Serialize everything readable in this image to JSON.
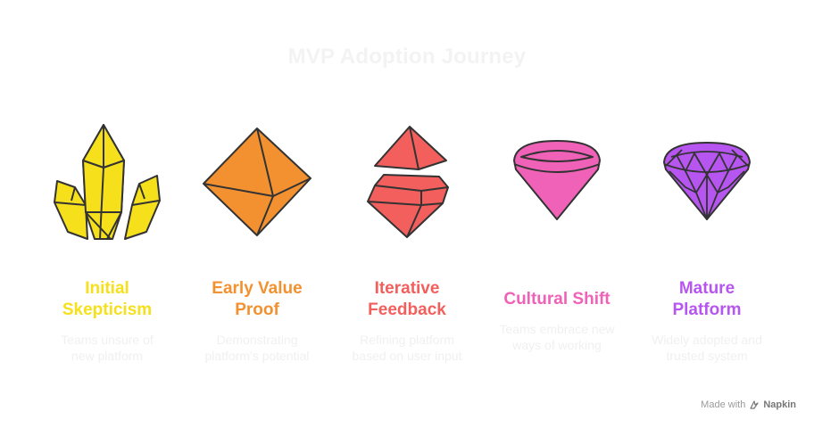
{
  "title": "MVP Adoption Journey",
  "stages": [
    {
      "label_lines": [
        "Initial",
        "Skepticism"
      ],
      "desc_lines": [
        "Teams unsure of",
        "new platform"
      ],
      "color": "#f6e01c",
      "icon": "crystal-cluster-icon"
    },
    {
      "label_lines": [
        "Early Value",
        "Proof"
      ],
      "desc_lines": [
        "Demonstrating",
        "platform's potential"
      ],
      "color": "#f39130",
      "icon": "octahedron-gem-icon"
    },
    {
      "label_lines": [
        "Iterative",
        "Feedback"
      ],
      "desc_lines": [
        "Refining platform",
        "based on user input"
      ],
      "color": "#f25f5c",
      "icon": "split-gem-icon"
    },
    {
      "label_lines": [
        "Cultural Shift"
      ],
      "desc_lines": [
        "Teams embrace new",
        "ways of working"
      ],
      "color": "#f061b8",
      "icon": "cut-gem-icon"
    },
    {
      "label_lines": [
        "Mature",
        "Platform"
      ],
      "desc_lines": [
        "Widely adopted and",
        "trusted system"
      ],
      "color": "#b755f0",
      "icon": "faceted-diamond-icon"
    }
  ],
  "credit": {
    "prefix": "Made with",
    "brand": "Napkin",
    "icon": "napkin-logo-icon"
  }
}
